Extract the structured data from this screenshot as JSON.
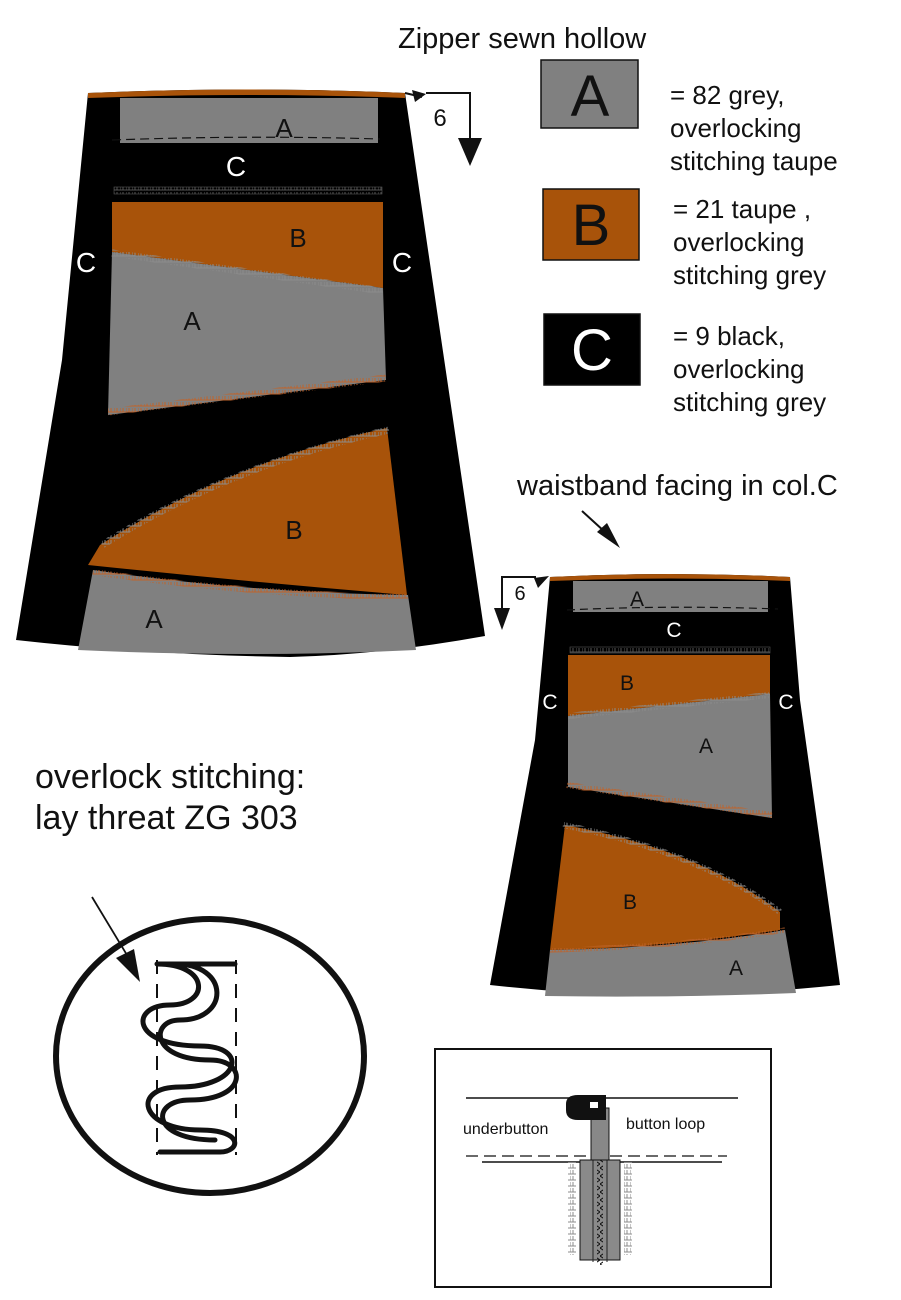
{
  "colors": {
    "A": "#808080",
    "B": "#a8530a",
    "C": "#000000",
    "stitch": "#8c8c8c",
    "stitch_orange": "#c0632a"
  },
  "header": {
    "title": "Zipper sewn hollow"
  },
  "legend": [
    {
      "key": "A",
      "line1": "= 82 grey,",
      "line2": "overlocking",
      "line3": "stitching taupe"
    },
    {
      "key": "B",
      "line1": "= 21 taupe ,",
      "line2": "overlocking",
      "line3": "stitching grey"
    },
    {
      "key": "C",
      "line1": "= 9 black,",
      "line2": "overlocking",
      "line3": "stitching grey"
    }
  ],
  "front_skirt": {
    "zipper_marker": "6",
    "labels": {
      "a_top": "A",
      "c_band": "C",
      "c_left": "C",
      "c_right": "C",
      "b_upper": "B",
      "a_mid": "A",
      "b_lower": "B",
      "a_bottom": "A"
    }
  },
  "waistband_note": {
    "text": "waistband facing in col.C"
  },
  "back_skirt": {
    "zipper_marker": "6",
    "labels": {
      "a_top": "A",
      "c_band": "C",
      "c_left": "C",
      "c_right": "C",
      "b_upper": "B",
      "a_mid": "A",
      "b_lower": "B",
      "a_bottom": "A"
    }
  },
  "overlock_note": {
    "line1": "overlock stitching:",
    "line2": "lay threat ZG 303"
  },
  "zipper_detail": {
    "underbutton": "underbutton",
    "button_loop": "button loop"
  }
}
